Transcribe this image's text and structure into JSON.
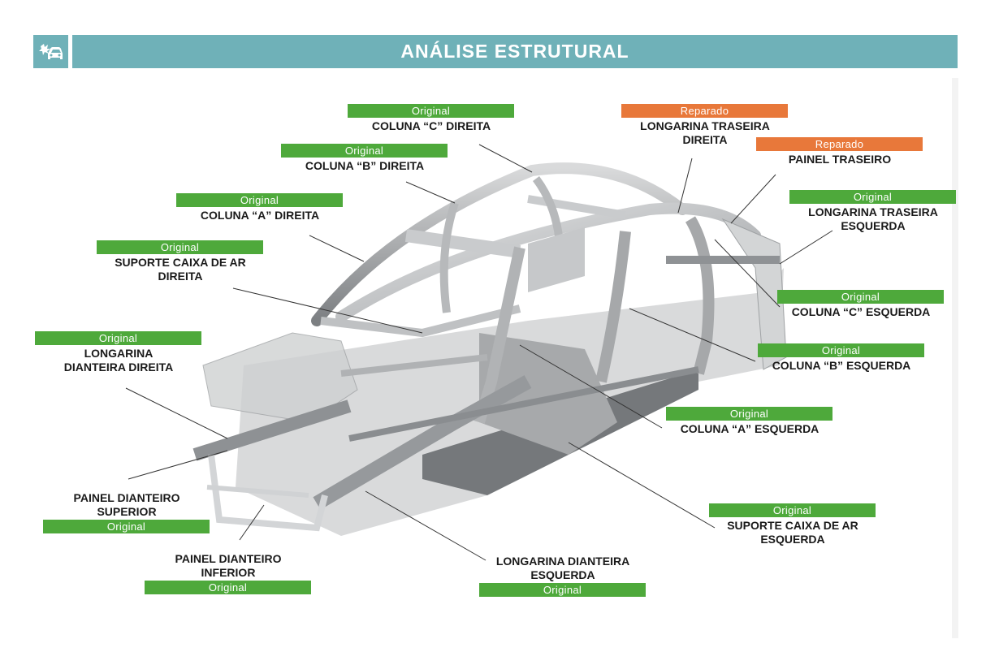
{
  "header": {
    "title": "ANÁLISE ESTRUTURAL",
    "icon": "car-crash-icon"
  },
  "colors": {
    "header": "#6fb1b8",
    "original": "#4ea93b",
    "reparado": "#e8783a"
  },
  "callouts": [
    {
      "id": "coluna-c-direita",
      "status": "Original",
      "part": "COLUNA “C” DIREITA"
    },
    {
      "id": "longarina-traseira-direita",
      "status": "Reparado",
      "part": "LONGARINA TRASEIRA\nDIREITA"
    },
    {
      "id": "coluna-b-direita",
      "status": "Original",
      "part": "COLUNA “B” DIREITA"
    },
    {
      "id": "painel-traseiro",
      "status": "Reparado",
      "part": "PAINEL TRASEIRO"
    },
    {
      "id": "coluna-a-direita",
      "status": "Original",
      "part": "COLUNA “A” DIREITA"
    },
    {
      "id": "longarina-traseira-esquerda",
      "status": "Original",
      "part": "LONGARINA TRASEIRA\nESQUERDA"
    },
    {
      "id": "suporte-caixa-ar-direita",
      "status": "Original",
      "part": "SUPORTE CAIXA DE AR\nDIREITA"
    },
    {
      "id": "coluna-c-esquerda",
      "status": "Original",
      "part": "COLUNA “C” ESQUERDA"
    },
    {
      "id": "longarina-dianteira-direita",
      "status": "Original",
      "part": "LONGARINA\nDIANTEIRA DIREITA"
    },
    {
      "id": "coluna-b-esquerda",
      "status": "Original",
      "part": "COLUNA “B” ESQUERDA"
    },
    {
      "id": "coluna-a-esquerda",
      "status": "Original",
      "part": "COLUNA “A” ESQUERDA"
    },
    {
      "id": "painel-dianteiro-superior",
      "status": "Original",
      "part": "PAINEL DIANTEIRO\nSUPERIOR"
    },
    {
      "id": "suporte-caixa-ar-esquerda",
      "status": "Original",
      "part": "SUPORTE CAIXA DE AR\nESQUERDA"
    },
    {
      "id": "painel-dianteiro-inferior",
      "status": "Original",
      "part": "PAINEL DIANTEIRO\nINFERIOR"
    },
    {
      "id": "longarina-dianteira-esquerda",
      "status": "Original",
      "part": "LONGARINA DIANTEIRA\nESQUERDA"
    }
  ]
}
